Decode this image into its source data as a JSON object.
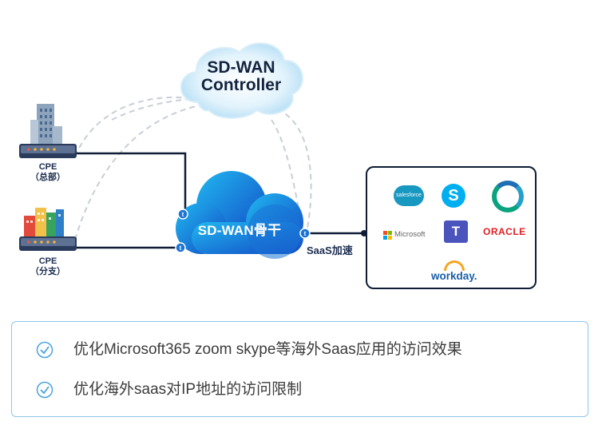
{
  "controller": {
    "line1": "SD-WAN",
    "line2": "Controller"
  },
  "cpe_hq": {
    "line1": "CPE",
    "line2": "（总部）"
  },
  "cpe_branch": {
    "line1": "CPE",
    "line2": "（分支）"
  },
  "backbone": {
    "label": "SD-WAN骨干"
  },
  "saas_accel": {
    "label": "SaaS加速"
  },
  "port_glyph": "t",
  "saas_apps": {
    "salesforce": "salesforce",
    "skype": "S",
    "microsoft": "Microsoft",
    "teams": "T",
    "oracle": "ORACLE",
    "workday": "workday."
  },
  "bullets": [
    "优化Microsoft365 zoom skype等海外Saas应用的访问效果",
    "优化海外saas对IP地址的访问限制"
  ],
  "colors": {
    "cloud_blue": "#1a73d6",
    "cloud_light": "#20b8f0",
    "line_dark": "#0f1c35",
    "dashed_line": "#c9ced6",
    "bullet_border": "#8ec6ea"
  }
}
